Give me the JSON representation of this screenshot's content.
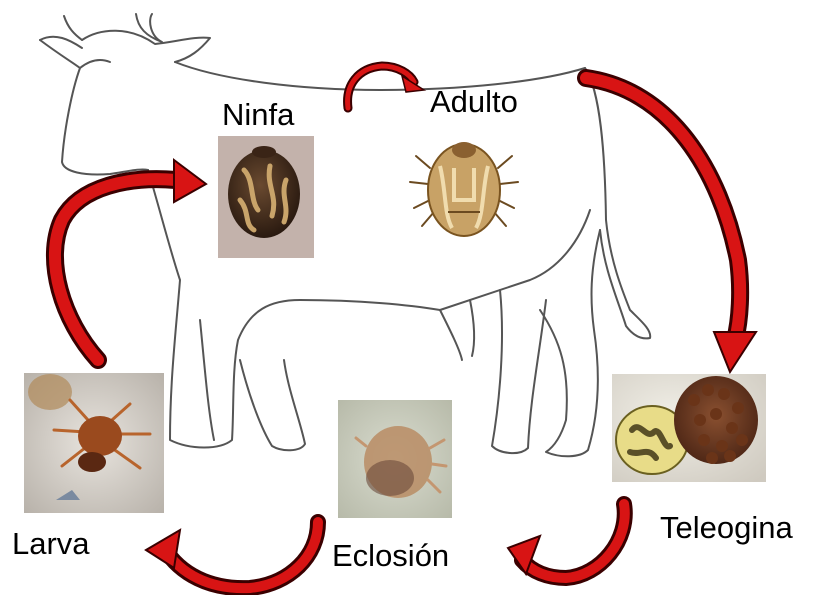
{
  "stages": {
    "ninfa": {
      "label": "Ninfa"
    },
    "adulto": {
      "label": "Adulto"
    },
    "teleogina": {
      "label": "Teleogina"
    },
    "eclosion": {
      "label": "Eclosión"
    },
    "larva": {
      "label": "Larva"
    }
  },
  "colors": {
    "arrow_red": "#d81414",
    "arrow_dark": "#3a0000",
    "outline": "#555555"
  }
}
